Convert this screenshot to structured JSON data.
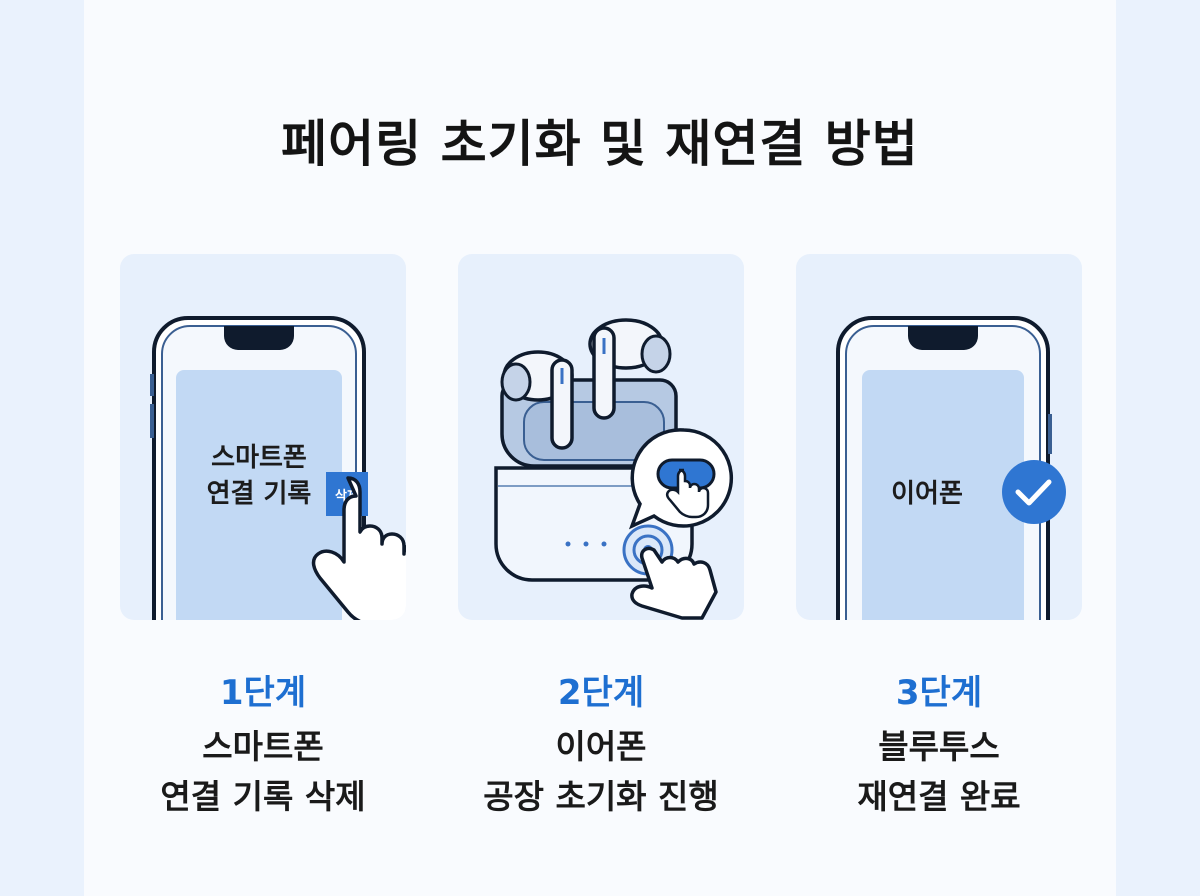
{
  "title": "페어링 초기화 및 재연결 방법",
  "steps": [
    {
      "label": "1단계",
      "desc_line1": "스마트폰",
      "desc_line2": "연결 기록 삭제",
      "screen_line1": "스마트폰",
      "screen_line2": "연결 기록",
      "button": "삭제",
      "icons": [
        "smartphone-icon",
        "tapping-hand-icon"
      ]
    },
    {
      "label": "2단계",
      "desc_line1": "이어폰",
      "desc_line2": "공장 초기화 진행",
      "icons": [
        "earbuds-case-icon",
        "button-press-bubble-icon",
        "pressing-hand-icon"
      ]
    },
    {
      "label": "3단계",
      "desc_line1": "블루투스",
      "desc_line2": "재연결 완료",
      "screen_text": "이어폰",
      "icons": [
        "smartphone-icon",
        "checkmark-icon"
      ]
    }
  ],
  "colors": {
    "accent": "#1e6fd1",
    "card_bg": "#e7f0fc",
    "screen": "#c2d9f4",
    "outline": "#0f1b2d"
  }
}
